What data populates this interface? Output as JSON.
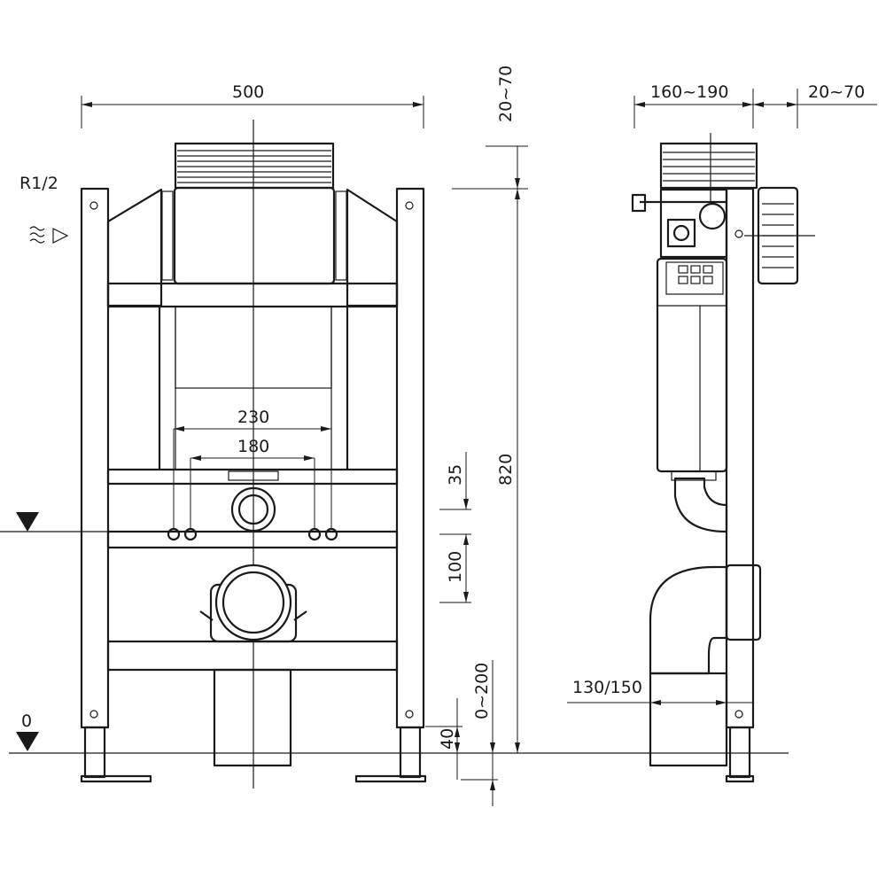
{
  "front_view": {
    "width_label": "500",
    "connection_label": "R1/2",
    "inner_width_1": "230",
    "inner_width_2": "180",
    "height_label": "820",
    "spacing_35": "35",
    "spacing_100": "100",
    "adjust_label": "0~200",
    "foot_label": "40",
    "floor_label": "0"
  },
  "side_view": {
    "depth_label": "160~190",
    "offset_label": "20~70",
    "top_offset_label": "20~70",
    "pipe_label": "130/150"
  },
  "icons": [
    "water-inlet-icon",
    "level-triangle-icon",
    "floor-triangle-icon"
  ]
}
